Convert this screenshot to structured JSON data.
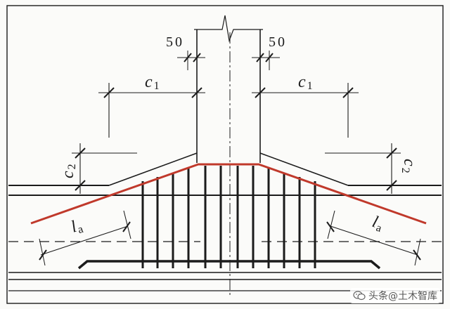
{
  "labels": {
    "dim_top_left": "50",
    "dim_top_right": "50",
    "c1_left": "c",
    "c1_left_sub": "1",
    "c1_right": "c",
    "c1_right_sub": "1",
    "c2_left": "c",
    "c2_left_sub": "2",
    "c2_right": "c",
    "c2_right_sub": "2",
    "la_left": "l",
    "la_left_sub": "a",
    "la_right": "l",
    "la_right_sub": "a"
  },
  "watermark": {
    "icon": "wechat-icon",
    "text": "头条@土木智库"
  },
  "colors": {
    "background": "#fbfbf9",
    "line": "#1b1b1b",
    "accent_rebar": "#c0392b"
  }
}
